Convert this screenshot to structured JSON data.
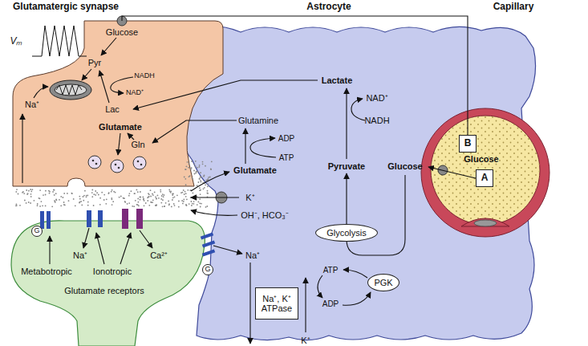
{
  "diagram": {
    "nodes": [
      {
        "text": [
          "Glutamatergic synapse",
          "Glucose",
          "Pyr",
          "NADH",
          "NAD⁺",
          "Lac",
          "Glutamate",
          "Gln",
          "Na⁺"
        ]
      },
      {
        "text": [
          "Astrocyte",
          "Lactate",
          "Glutamine",
          "ADP",
          "ATP",
          "Glutamate",
          "NAD⁺",
          "NADH",
          "Pyruvate",
          "Glucose",
          "K⁺",
          "OH⁻, HCO₃⁻",
          "Na⁺",
          "ATP",
          "ADP",
          "K⁺"
        ]
      },
      {
        "text": [
          "Glycolysis"
        ],
        "in": 1
      },
      {
        "text": [
          "PGK"
        ],
        "in": 1
      },
      {
        "text": [
          "Na⁺, K⁺ ATPase"
        ],
        "in": 1
      },
      {
        "text": [
          "G"
        ],
        "in": 1
      },
      {
        "text": [
          "Capillary",
          "Glucose"
        ]
      },
      {
        "text": [
          "B"
        ],
        "in": 6
      },
      {
        "text": [
          "A"
        ],
        "in": 6
      },
      {
        "text": [
          "Metabotropic",
          "Na⁺",
          "Ca²⁺",
          "Ionotropic",
          "Glutamate receptors"
        ]
      },
      {
        "text": [
          "G"
        ],
        "in": 9
      }
    ],
    "edges": [
      {
        "from": 7,
        "to": 0,
        "arrow": "none"
      }
    ],
    "labels": [
      "Vₘ"
    ]
  }
}
